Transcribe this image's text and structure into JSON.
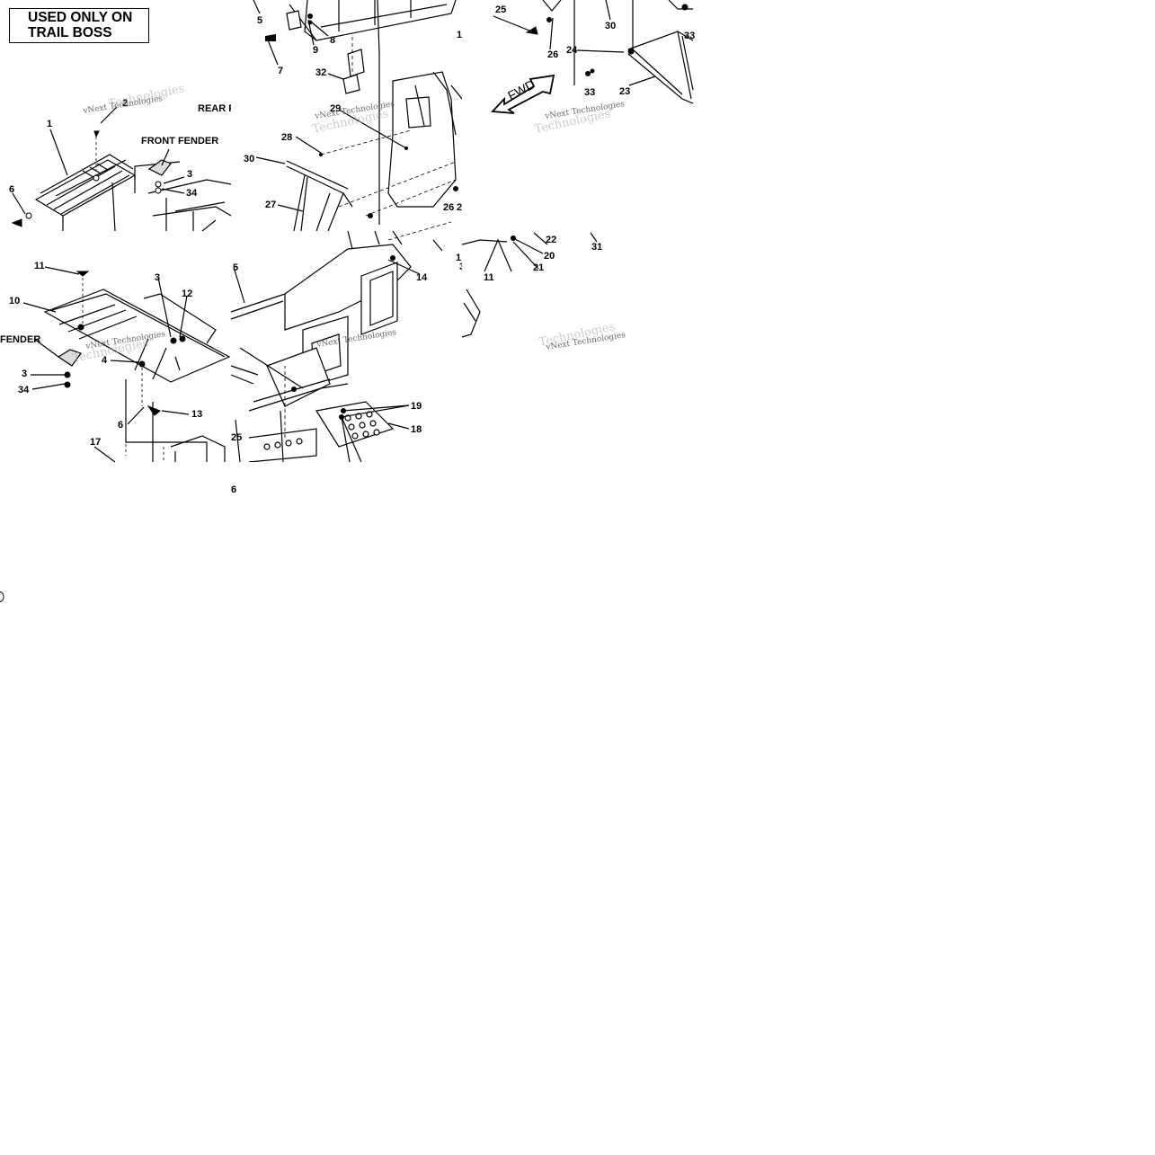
{
  "note_box": {
    "line1": "USED ONLY ON",
    "line2": "TRAIL BOSS"
  },
  "text_labels": {
    "front_fender": "FRONT FENDER",
    "rear_f": "REAR F",
    "fender": "FENDER",
    "fwd": "FWD"
  },
  "watermark": {
    "company": "vNext Technologies",
    "faint": "Technologies"
  },
  "callouts": {
    "t1": [
      "1",
      "2",
      "3",
      "34",
      "6"
    ],
    "t2": [
      "5",
      "8",
      "9",
      "7",
      "32",
      "29",
      "28",
      "30",
      "27"
    ],
    "t2b": [
      "1",
      "26",
      "2"
    ],
    "t3": [
      "25",
      "30",
      "26",
      "24",
      "33",
      "23",
      "33"
    ],
    "t4": [
      "11",
      "3",
      "12",
      "10",
      "4",
      "3",
      "34",
      "6",
      "13",
      "17"
    ],
    "t5": [
      "5",
      "14",
      "19",
      "18",
      "25",
      "1",
      "3"
    ],
    "t6": [
      "22",
      "20",
      "21",
      "11",
      "31"
    ],
    "t7": [
      "6"
    ]
  },
  "colors": {
    "ink": "#000000",
    "paper": "#ffffff"
  }
}
